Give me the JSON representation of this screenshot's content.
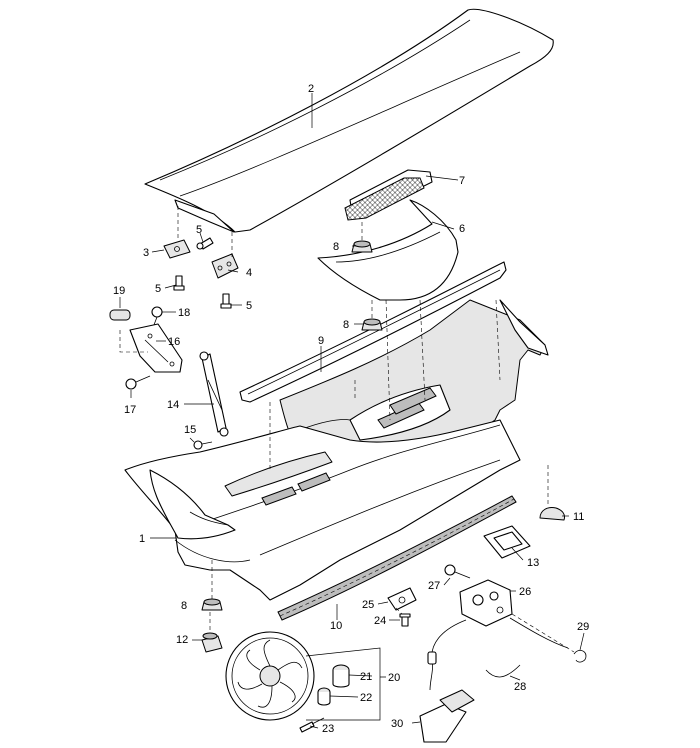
{
  "callouts": [
    {
      "id": "c1",
      "label": "1"
    },
    {
      "id": "c2",
      "label": "2"
    },
    {
      "id": "c3",
      "label": "3"
    },
    {
      "id": "c4",
      "label": "4"
    },
    {
      "id": "c5a",
      "label": "5"
    },
    {
      "id": "c5b",
      "label": "5"
    },
    {
      "id": "c5c",
      "label": "5"
    },
    {
      "id": "c6",
      "label": "6"
    },
    {
      "id": "c7",
      "label": "7"
    },
    {
      "id": "c8a",
      "label": "8"
    },
    {
      "id": "c8b",
      "label": "8"
    },
    {
      "id": "c8c",
      "label": "8"
    },
    {
      "id": "c9",
      "label": "9"
    },
    {
      "id": "c10",
      "label": "10"
    },
    {
      "id": "c11",
      "label": "11"
    },
    {
      "id": "c12",
      "label": "12"
    },
    {
      "id": "c13",
      "label": "13"
    },
    {
      "id": "c14",
      "label": "14"
    },
    {
      "id": "c15",
      "label": "15"
    },
    {
      "id": "c16",
      "label": "16"
    },
    {
      "id": "c17",
      "label": "17"
    },
    {
      "id": "c18",
      "label": "18"
    },
    {
      "id": "c19",
      "label": "19"
    },
    {
      "id": "c20",
      "label": "20"
    },
    {
      "id": "c21",
      "label": "21"
    },
    {
      "id": "c22",
      "label": "22"
    },
    {
      "id": "c23",
      "label": "23"
    },
    {
      "id": "c24",
      "label": "24"
    },
    {
      "id": "c25",
      "label": "25"
    },
    {
      "id": "c26",
      "label": "26"
    },
    {
      "id": "c27",
      "label": "27"
    },
    {
      "id": "c28",
      "label": "28"
    },
    {
      "id": "c29",
      "label": "29"
    },
    {
      "id": "c30",
      "label": "30"
    }
  ]
}
